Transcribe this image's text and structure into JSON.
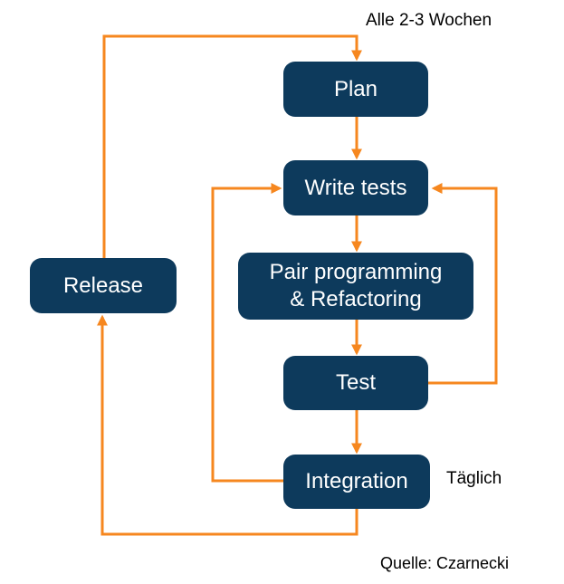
{
  "colors": {
    "node_fill": "#0d3a5c",
    "node_text": "#ffffff",
    "arrow": "#f6871f",
    "background": "#ffffff",
    "note_text": "#000000"
  },
  "diagram": {
    "nodes": {
      "plan": {
        "label": "Plan"
      },
      "write_tests": {
        "label": "Write tests"
      },
      "pair_programming": {
        "lines": [
          "Pair programming",
          "& Refactoring"
        ]
      },
      "test": {
        "label": "Test"
      },
      "integration": {
        "label": "Integration"
      },
      "release": {
        "label": "Release"
      }
    },
    "notes": {
      "iteration": "Alle 2-3 Wochen",
      "daily": "Täglich",
      "source": "Quelle: Czarnecki"
    }
  }
}
